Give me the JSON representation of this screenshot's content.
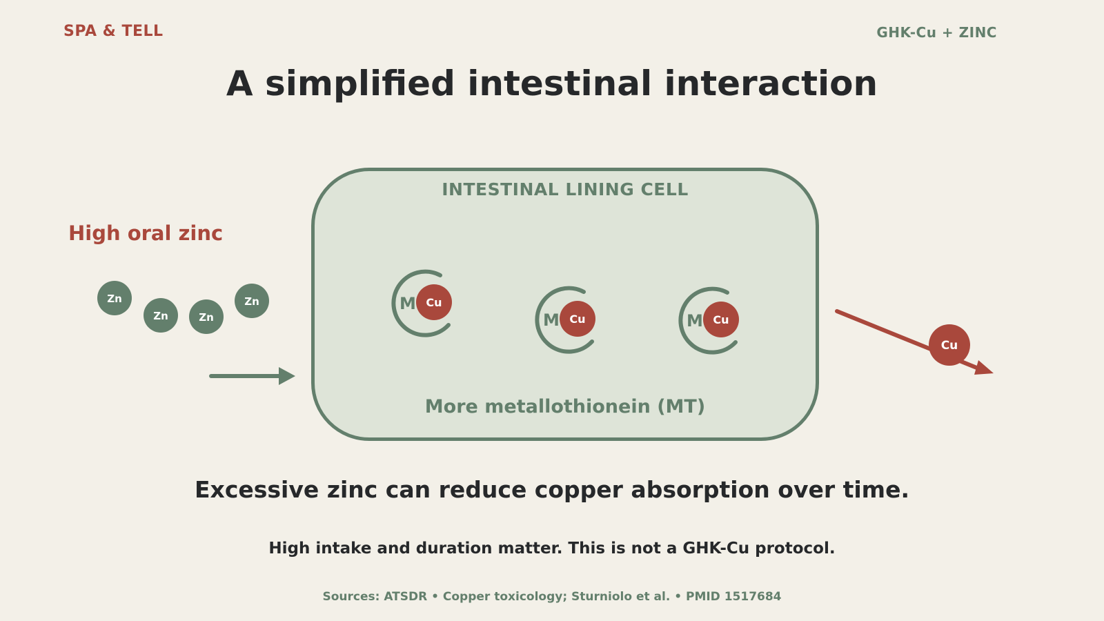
{
  "header": {
    "brand": "SPA & TELL",
    "topic": "GHK-Cu + ZINC"
  },
  "title": "A simplified intestinal interaction",
  "diagram": {
    "zinc_label": "High oral zinc",
    "zinc_token": "Zn",
    "cell_label": "INTESTINAL LINING CELL",
    "mt_token": "M",
    "copper_token": "Cu",
    "mt_label": "More metallothionein (MT)"
  },
  "headline": "Excessive zinc can reduce copper absorption over time.",
  "subline": "High intake and duration matter. This is not a GHK-Cu protocol.",
  "sources": "Sources: ATSDR • Copper toxicology; Sturniolo et al. • PMID 1517684",
  "colors": {
    "background": "#f3f0e8",
    "green": "#637f6c",
    "red": "#a9483c",
    "cell_fill": "#dee4d8",
    "text_dark": "#26282a"
  }
}
